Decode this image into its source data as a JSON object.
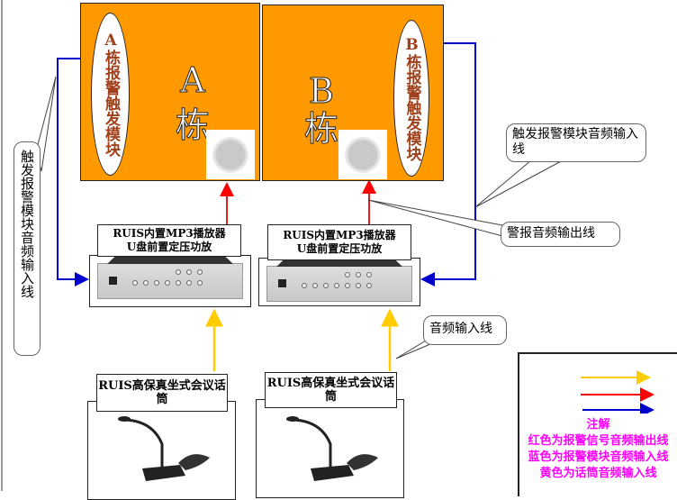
{
  "buildings": [
    {
      "letter": "A",
      "char": "栋",
      "module": "A栋报警触发模块"
    },
    {
      "letter": "B",
      "char": "栋",
      "module": "B栋报警触发模块"
    }
  ],
  "amplifier": {
    "line1": "RUIS内置MP3播放器",
    "line2": "U盘前置定压功放"
  },
  "microphone": {
    "label": "RUIS高保真坐式会议话筒"
  },
  "callouts": {
    "left": "触发报警模块音频输入线",
    "right": "触发报警模块音频输入线",
    "alarm_out": "警报音频输出线",
    "audio_in": "音频输入线"
  },
  "legend": {
    "title": "注解",
    "lines": [
      "红色为报警信号音频输出线",
      "蓝色为报警模块音频输入线",
      "黄色为话筒音频输入线"
    ],
    "colors": {
      "yellow": "#ffcc00",
      "red": "#ff0000",
      "blue": "#0000cc"
    }
  },
  "colors": {
    "building": "#ff9900",
    "module_text": "#a0401a",
    "legend_text": "#ff00ff"
  }
}
